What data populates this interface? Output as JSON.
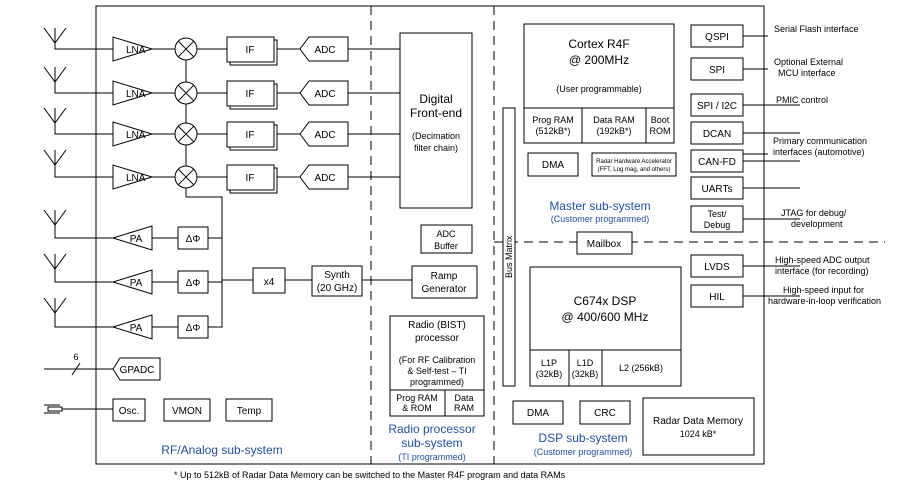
{
  "rf": {
    "lna": "LNA",
    "if": "IF",
    "adc": "ADC",
    "pa": "PA",
    "phase": "ΔΦ",
    "x4": "x4",
    "synth1": "Synth",
    "synth2": "(20 GHz)",
    "ramp1": "Ramp",
    "ramp2": "Generator",
    "gpadc": "GPADC",
    "gpadc_bus": "6",
    "osc": "Osc.",
    "vmon": "VMON",
    "temp": "Temp",
    "title": "RF/Analog sub-system"
  },
  "dfe": {
    "l1": "Digital",
    "l2": "Front-end",
    "l3": "(Decimation",
    "l4": "filter chain)"
  },
  "adcbuf": {
    "l1": "ADC",
    "l2": "Buffer"
  },
  "radio": {
    "l1": "Radio (BIST)",
    "l2": "processor",
    "l3": "(For RF Calibration",
    "l4": "& Self-test  – TI",
    "l5": "programmed)",
    "prog1": "Prog RAM",
    "prog2": "& ROM",
    "data1": "Data",
    "data2": "RAM",
    "title1": "Radio processor",
    "title2": "sub-system",
    "title3": "(TI programmed)"
  },
  "bus_matrix": "Bus Matrix",
  "master": {
    "cpu1": "Cortex R4F",
    "cpu2": "@ 200MHz",
    "cpu3": "(User programmable)",
    "prog1": "Prog RAM",
    "prog2": "(512kB*)",
    "data1": "Data RAM",
    "data2": "(192kB*)",
    "boot1": "Boot",
    "boot2": "ROM",
    "dma": "DMA",
    "rha1": "Radar Hardware Accelerator",
    "rha2": "(FFT, Log mag, and others)",
    "title1": "Master sub-system",
    "title2": "(Customer programmed)",
    "mailbox": "Mailbox"
  },
  "dsp": {
    "cpu1": "C674x DSP",
    "cpu2": "@ 400/600 MHz",
    "l1p1": "L1P",
    "l1p2": "(32kB)",
    "l1d1": "L1D",
    "l1d2": "(32kB)",
    "l2": "L2 (256kB)",
    "dma": "DMA",
    "crc": "CRC",
    "rdm1": "Radar Data Memory",
    "rdm2": "1024 kB*",
    "title1": "DSP sub-system",
    "title2": "(Customer programmed)"
  },
  "peripherals": {
    "qspi": "QSPI",
    "spi": "SPI",
    "spi_i2c": "SPI / I2C",
    "dcan": "DCAN",
    "canfd": "CAN-FD",
    "uarts": "UARTs",
    "test1": "Test/",
    "test2": "Debug",
    "lvds": "LVDS",
    "hil": "HIL"
  },
  "external": {
    "serial_flash": "Serial Flash interface",
    "opt1": "Optional External",
    "opt2": "MCU interface",
    "pmic": "PMIC control",
    "prim1": "Primary communication",
    "prim2": "interfaces (automotive)",
    "jtag1": "JTAG for debug/",
    "jtag2": "development",
    "hs1": "High-speed ADC output",
    "hs2": "interface (for recording)",
    "hil1": "High-speed input for",
    "hil2": "hardware-in-loop verification"
  },
  "footnote": "* Up to 512kB of Radar Data Memory can be switched to the Master R4F program and data RAMs"
}
